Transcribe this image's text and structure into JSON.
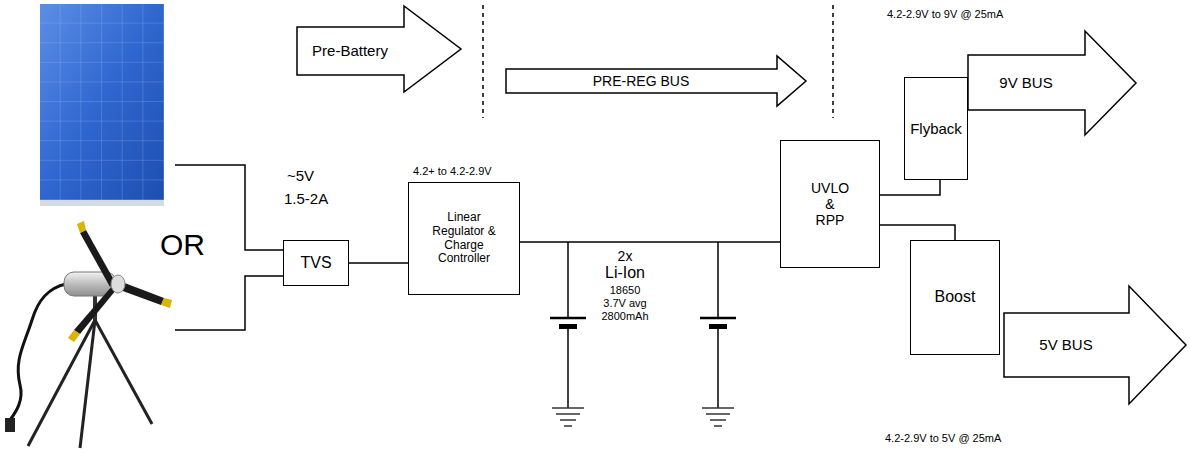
{
  "diagram": {
    "nodes": [
      {
        "text": [
          "Pre-Battery"
        ]
      },
      {
        "text": [
          "PRE-REG BUS"
        ]
      },
      {
        "text": [
          "TVS"
        ]
      },
      {
        "text": [
          "Linear Regulator & Charge Controller"
        ]
      },
      {
        "text": [
          "UVLO & RPP"
        ]
      },
      {
        "text": [
          "Flyback"
        ]
      },
      {
        "text": [
          "9V BUS"
        ]
      },
      {
        "text": [
          "Boost"
        ]
      },
      {
        "text": [
          "5V BUS"
        ]
      }
    ],
    "edges": [
      {
        "from": 2,
        "to": 3,
        "arrow": "none"
      },
      {
        "from": 3,
        "to": 4,
        "arrow": "none"
      },
      {
        "from": 4,
        "to": 5,
        "arrow": "none"
      },
      {
        "from": 4,
        "to": 7,
        "arrow": "none"
      }
    ],
    "labels": [
      "~5V",
      "1.5-2A",
      "OR",
      "4.2+ to 4.2-2.9V",
      "2x",
      "Li-Ion",
      "18650",
      "3.7V avg",
      "2800mAh",
      "4.2-2.9V to 9V @ 25mA",
      "4.2-2.9V to 5V @ 25mA"
    ]
  }
}
